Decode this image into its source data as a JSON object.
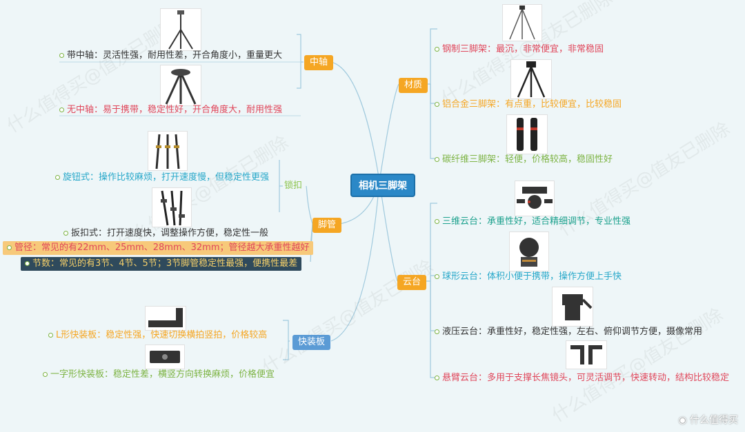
{
  "center": "相机三脚架",
  "left_branches": [
    {
      "label": "中轴",
      "color": "#f5a623",
      "leaves": [
        {
          "text": "带中轴：灵活性强，耐用性差，开合角度小，重量更大",
          "color": "#333333"
        },
        {
          "text": "无中轴：易于携带，稳定性好，开合角度大，耐用性强",
          "color": "#e0465a"
        }
      ]
    },
    {
      "label": "脚管",
      "color": "#f5a623",
      "sub": {
        "label": "锁扣",
        "color": "#8bc34a",
        "leaves": [
          {
            "text": "旋钮式：操作比较麻烦，打开速度慢，但稳定性更强",
            "color": "#26a7c9"
          },
          {
            "text": "扳扣式：打开速度快，调整操作方便，稳定性一般",
            "color": "#333333"
          }
        ]
      },
      "leaves": [
        {
          "text": "管径：常见的有22mm、25mm、28mm、32mm；管径越大承重性越好",
          "color": "#e0465a",
          "bg": "#f7c97a"
        },
        {
          "text": "节数：常见的有3节、4节、5节；3节脚管稳定性最强，便携性最差",
          "color": "#f5d06a",
          "bg": "#2f4a5c"
        }
      ]
    },
    {
      "label": "快装板",
      "color": "#5b9bd5",
      "leaves": [
        {
          "text": "L形快装板：稳定性强，快速切换横拍竖拍，价格较高",
          "color": "#f5a623"
        },
        {
          "text": "一字形快装板：稳定性差，横竖方向转换麻烦，价格便宜",
          "color": "#7cb342"
        }
      ]
    }
  ],
  "right_branches": [
    {
      "label": "材质",
      "color": "#f5a623",
      "leaves": [
        {
          "text": "钢制三脚架：最沉，非常便宜，非常稳固",
          "color": "#e0465a"
        },
        {
          "text": "铝合金三脚架：有点重，比较便宜，比较稳固",
          "color": "#f5a623"
        },
        {
          "text": "碳纤维三脚架：轻便，价格较高，稳固性好",
          "color": "#7cb342"
        }
      ]
    },
    {
      "label": "云台",
      "color": "#f5a623",
      "leaves": [
        {
          "text": "三维云台：承重性好，适合精细调节，专业性强",
          "color": "#1aa08c"
        },
        {
          "text": "球形云台：体积小便于携带，操作方便上手快",
          "color": "#26a7c9"
        },
        {
          "text": "液压云台：承重性好，稳定性强，左右、俯仰调节方便，摄像常用",
          "color": "#333333"
        },
        {
          "text": "悬臂云台：多用于支撑长焦镜头，可灵活调节，快速转动，结构比较稳定",
          "color": "#e0465a"
        }
      ]
    }
  ],
  "watermark": "什么值得买@值友已删除",
  "brand": "什么值得买"
}
